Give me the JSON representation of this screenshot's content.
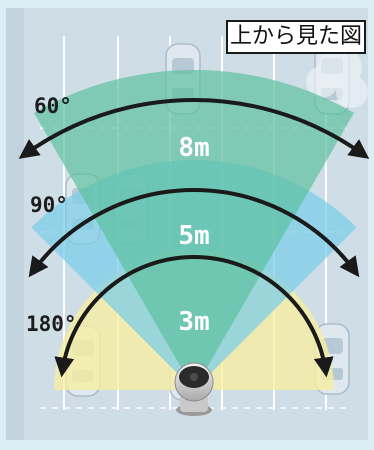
{
  "title": "上から見た図",
  "angles": {
    "narrow": "60°",
    "medium": "90°",
    "wide": "180°"
  },
  "distances": {
    "far": "8m",
    "mid": "5m",
    "near": "3m"
  },
  "colors": {
    "background": "#dceef5",
    "parking_lot": "#cfdde6",
    "lane_line": "#ffffff",
    "zone_180": "#f6efa3",
    "zone_90": "#7dcde8",
    "zone_60": "#5cc0a0",
    "arrow": "#1a1a1a",
    "label_text": "#ffffff"
  },
  "icons": [
    "camera-icon",
    "car-icon",
    "tree-icon"
  ]
}
